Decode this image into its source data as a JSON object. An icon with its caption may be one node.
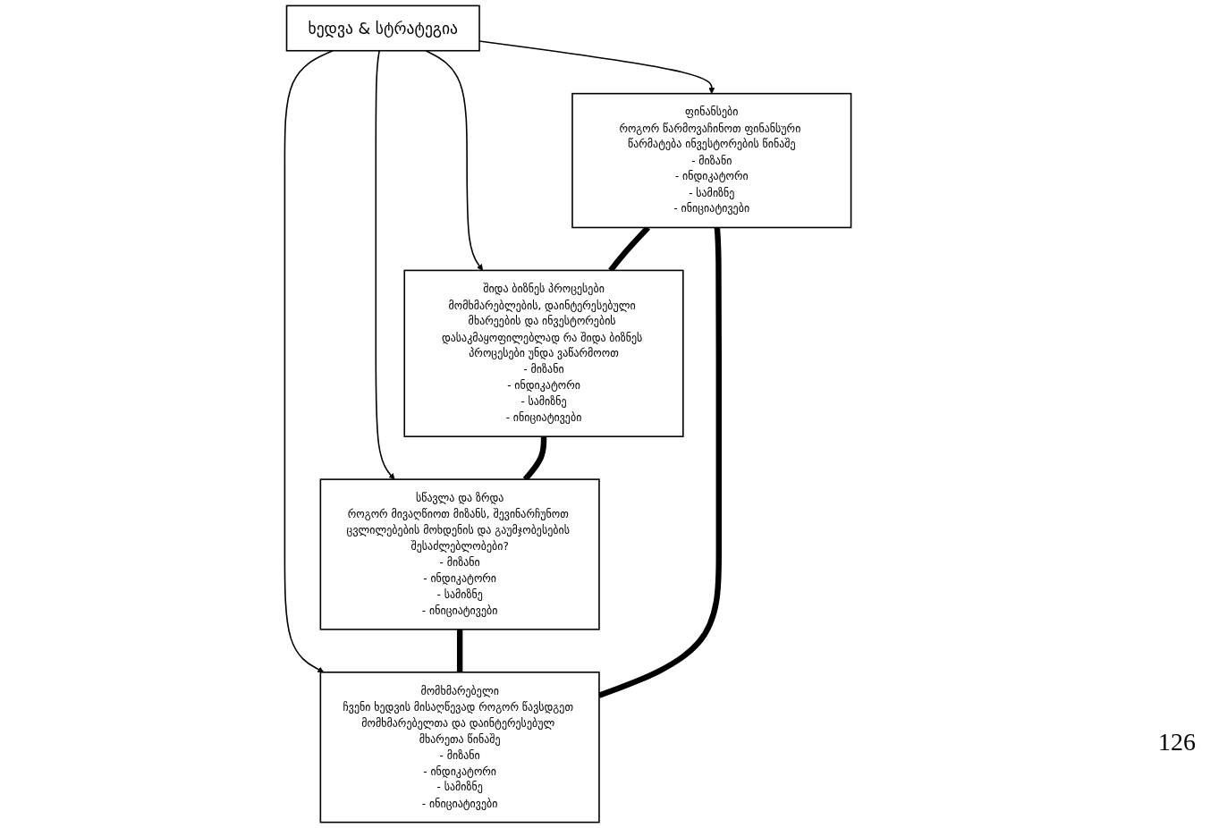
{
  "diagram": {
    "nodes": [
      {
        "text": [
          "ფინანსები",
          "როგორ წარმოვაჩინოთ ფინანსური წარმატება ინვესტორების წინაშე",
          "- მიზანი",
          "- ინდიკატორი",
          "- სამიზნე",
          "- ინიციატივები"
        ]
      },
      {
        "text": [
          "მომხმარებელი",
          "ჩვენი ხედვის მისაღწევად როგორ წავსდგეთ მომხმარებელთა და დაინტერესებულ მხარეთა წინაშე",
          "- მიზანი",
          "- ინდიკატორი",
          "- სამიზნე",
          "- ინიციატივები"
        ]
      },
      {
        "text": [
          "ხედვა & სტრატეგია"
        ]
      },
      {
        "text": [
          "შიდა ბიზნეს პროცესები",
          "მომხმარებლების, დაინტერესებული მხარეების და ინვესტორების დასაკმაყოფილებლად რა შიდა ბიზნეს პროცესები უნდა ვაწარმოოთ",
          "- მიზანი",
          "- ინდიკატორი",
          "- სამიზნე",
          "- ინიციატივები"
        ]
      },
      {
        "text": [
          "სწავლა და ზრდა",
          "როგორ მივაღწიოთ მიზანს, შევინარჩუნოთ ცვლილებების მოხდენის და გაუმჯობესების შესაძლებლობები?",
          "- მიზანი",
          "- ინდიკატორი",
          "- სამიზნე",
          "- ინიციატივები"
        ]
      }
    ],
    "edges": [
      {
        "from": 2,
        "to": 0,
        "arrow": "to"
      },
      {
        "from": 2,
        "to": 1,
        "arrow": "to"
      },
      {
        "from": 2,
        "to": 3,
        "arrow": "to"
      },
      {
        "from": 2,
        "to": 4,
        "arrow": "to"
      },
      {
        "from": 0,
        "to": 3,
        "arrow": "none",
        "style": "thick"
      },
      {
        "from": 3,
        "to": 4,
        "arrow": "none",
        "style": "thick"
      },
      {
        "from": 4,
        "to": 1,
        "arrow": "none",
        "style": "thick"
      },
      {
        "from": 1,
        "to": 0,
        "arrow": "none",
        "style": "thick"
      }
    ],
    "labels": [
      "126"
    ]
  }
}
